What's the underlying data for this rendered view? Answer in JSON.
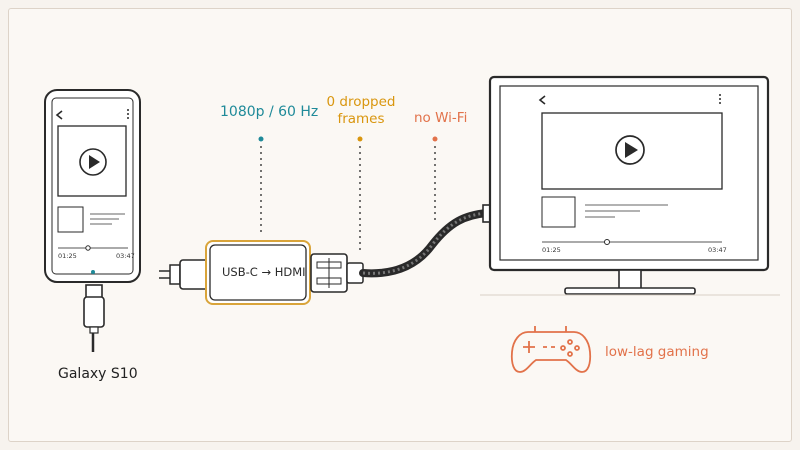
{
  "labels": {
    "resolution": "1080p / 60 Hz",
    "dropped_line1": "0 dropped",
    "dropped_line2": "frames",
    "no_wifi": "no Wi-Fi",
    "adapter": "USB-C → HDMI",
    "phone": "Galaxy S10",
    "gaming": "low-lag gaming"
  },
  "phone_player": {
    "elapsed": "01:25",
    "total": "03:47"
  },
  "tv_player": {
    "elapsed": "01:25",
    "total": "03:47"
  },
  "icons": [
    "back-arrow-icon",
    "more-vertical-icon",
    "play-icon",
    "gamepad-icon"
  ],
  "colors": {
    "teal": "#1f8a99",
    "amber": "#d9960f",
    "coral": "#e2724a",
    "ink": "#2a2a2a"
  }
}
